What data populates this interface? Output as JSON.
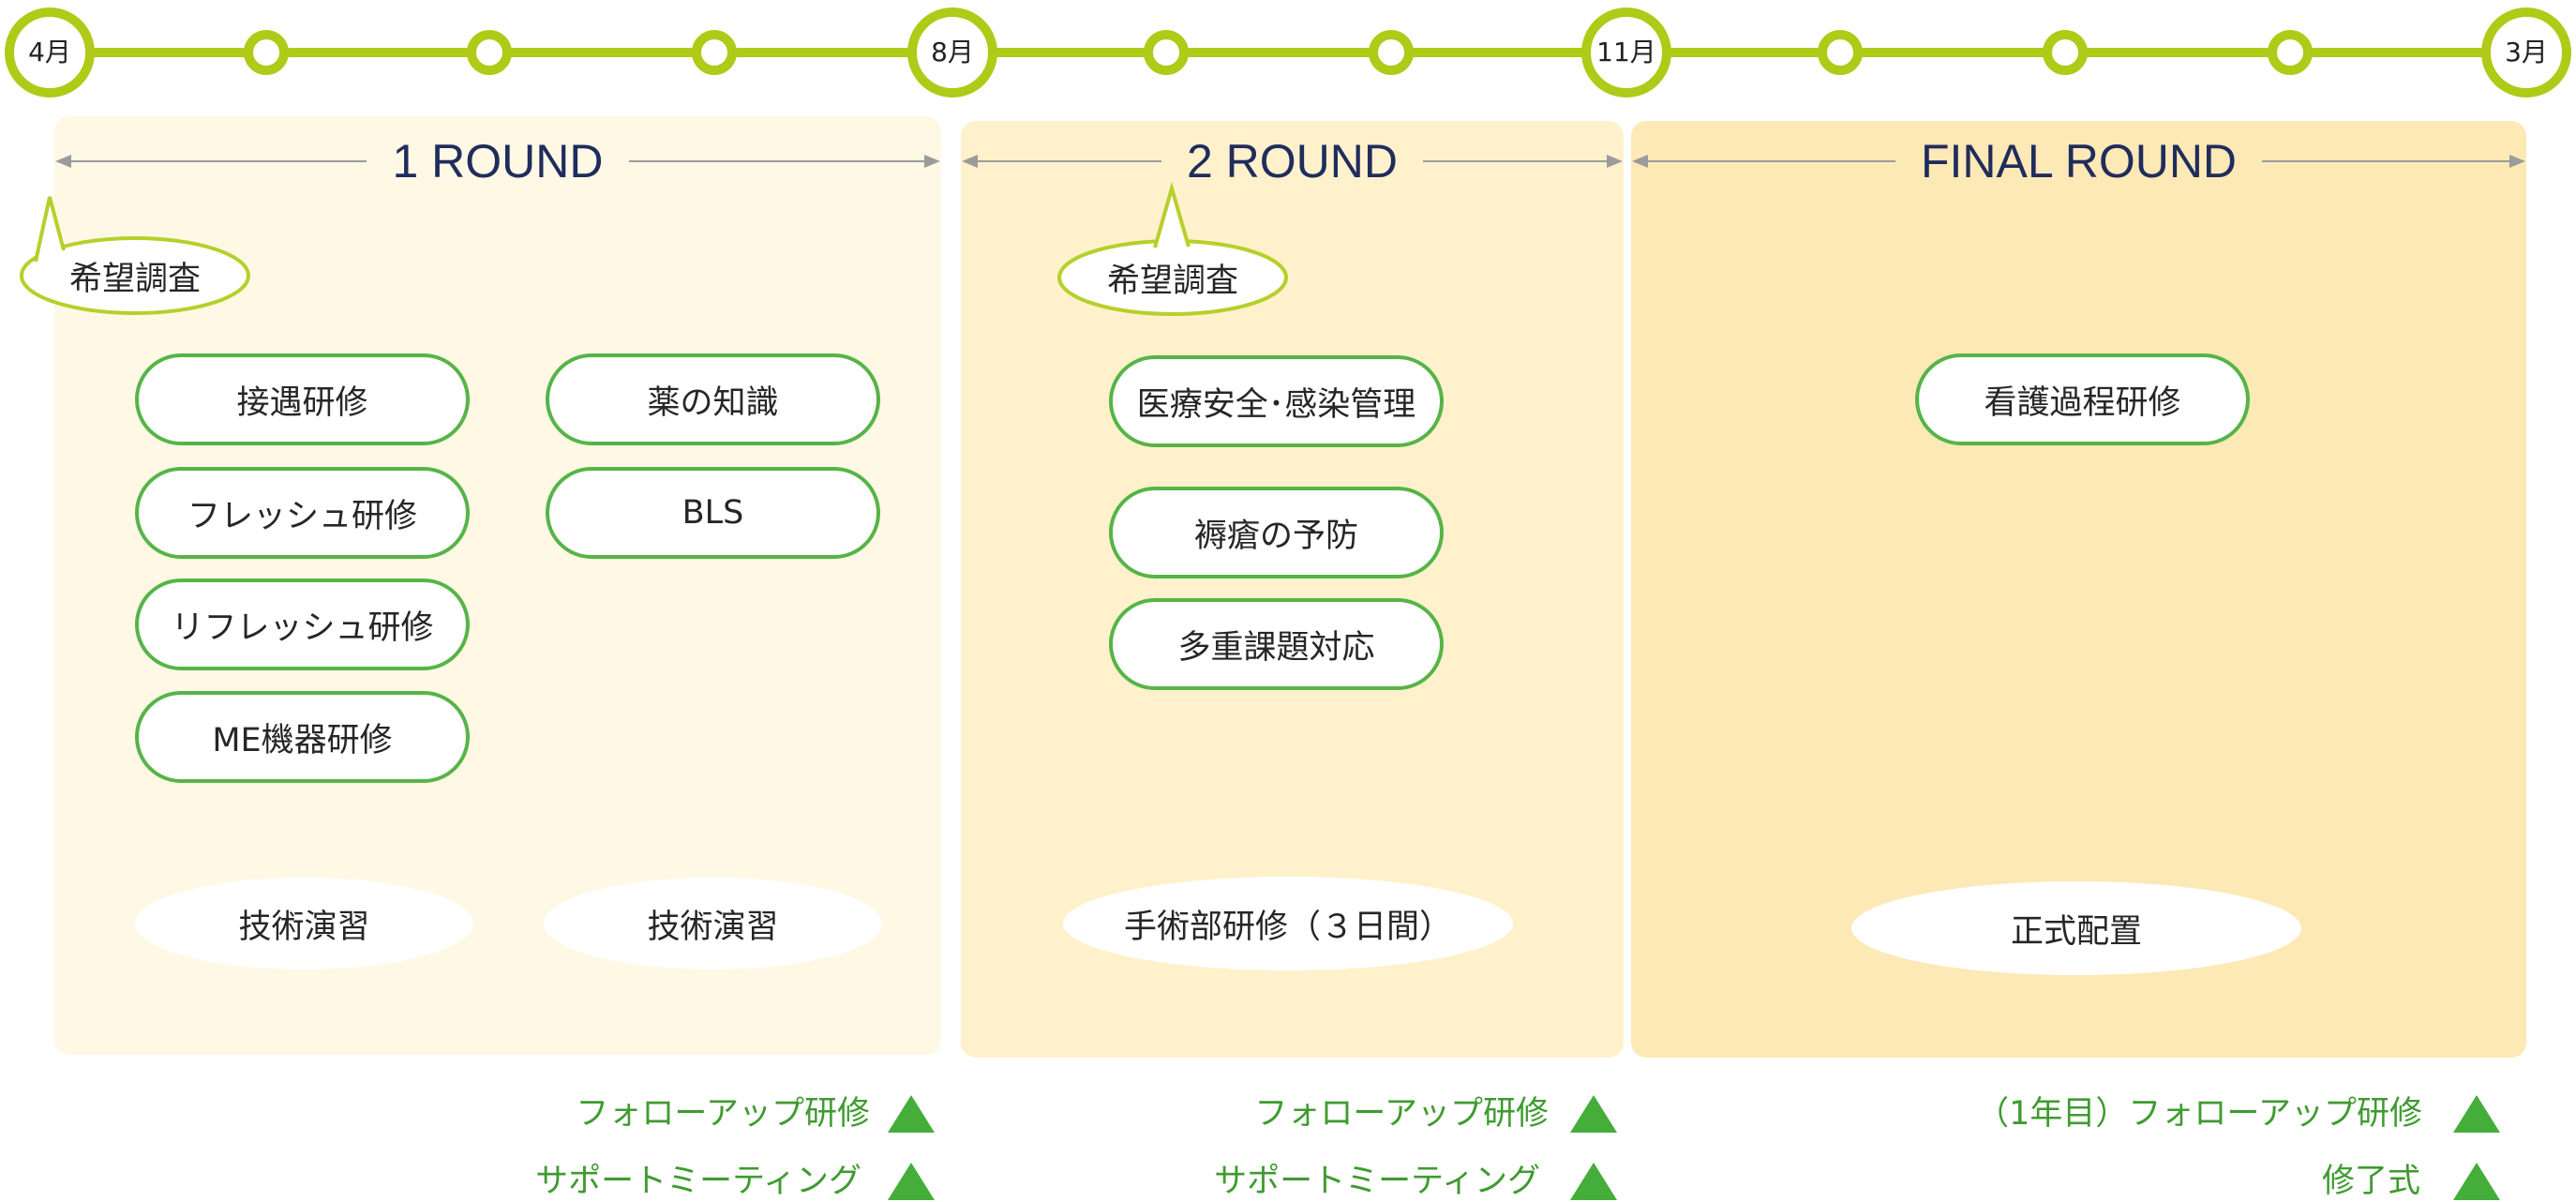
{
  "colors": {
    "timeline": "#afca17",
    "bubble_border": "#b7cf2a",
    "pill_border": "#56b447",
    "heading_text": "#1f2c5c",
    "arrow_line": "#9b9b9b",
    "milestone_text": "#3f9b30",
    "milestone_marker": "#45ad3a",
    "panel_fills": [
      "#fef8e5",
      "#fef1cc",
      "#fde9b6"
    ]
  },
  "timeline": {
    "months": [
      "4月",
      "8月",
      "11月",
      "3月"
    ]
  },
  "rounds": [
    {
      "title": "1 ROUND",
      "survey": "希望調査",
      "trainings": [
        "接遇研修",
        "フレッシュ研修",
        "リフレッシュ研修",
        "ME機器研修",
        "薬の知識",
        "BLS"
      ],
      "practicals": [
        "技術演習",
        "技術演習"
      ],
      "milestones": [
        "フォローアップ研修",
        "サポートミーティング"
      ]
    },
    {
      "title": "2 ROUND",
      "survey": "希望調査",
      "trainings": [
        "医療安全･感染管理",
        "褥瘡の予防",
        "多重課題対応"
      ],
      "practicals": [
        "手術部研修（３日間）"
      ],
      "milestones": [
        "フォローアップ研修",
        "サポートミーティング"
      ]
    },
    {
      "title": "FINAL ROUND",
      "trainings": [
        "看護過程研修"
      ],
      "practicals": [
        "正式配置"
      ],
      "milestones": [
        "（1年目）フォローアップ研修",
        "修了式"
      ]
    }
  ]
}
